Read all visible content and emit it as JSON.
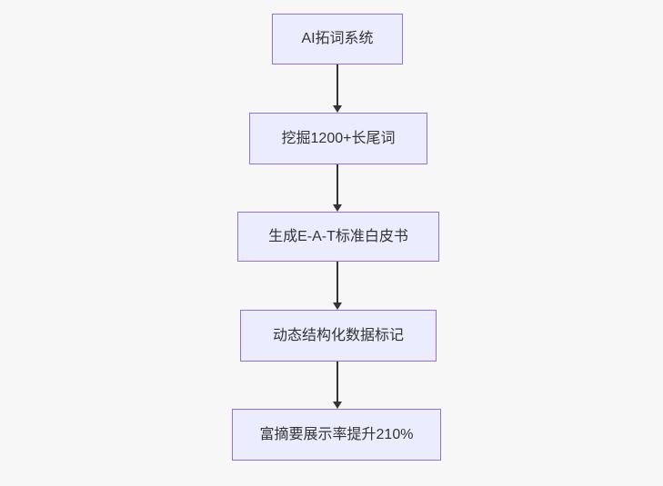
{
  "diagram": {
    "type": "flowchart-top-down",
    "nodes": [
      {
        "id": "node-1",
        "label": "AI拓词系统"
      },
      {
        "id": "node-2",
        "label": "挖掘1200+长尾词"
      },
      {
        "id": "node-3",
        "label": "生成E-A-T标准白皮书"
      },
      {
        "id": "node-4",
        "label": "动态结构化数据标记"
      },
      {
        "id": "node-5",
        "label": "富摘要展示率提升210%"
      }
    ],
    "edges": [
      {
        "from": "node-1",
        "to": "node-2",
        "style": "arrow-down"
      },
      {
        "from": "node-2",
        "to": "node-3",
        "style": "arrow-down"
      },
      {
        "from": "node-3",
        "to": "node-4",
        "style": "arrow-down"
      },
      {
        "from": "node-4",
        "to": "node-5",
        "style": "arrow-down"
      }
    ],
    "colors": {
      "background": "#f7f7f7",
      "node_fill": "#ECECFF",
      "node_border": "#9370DB",
      "text": "#333333",
      "arrow": "#333333"
    }
  }
}
